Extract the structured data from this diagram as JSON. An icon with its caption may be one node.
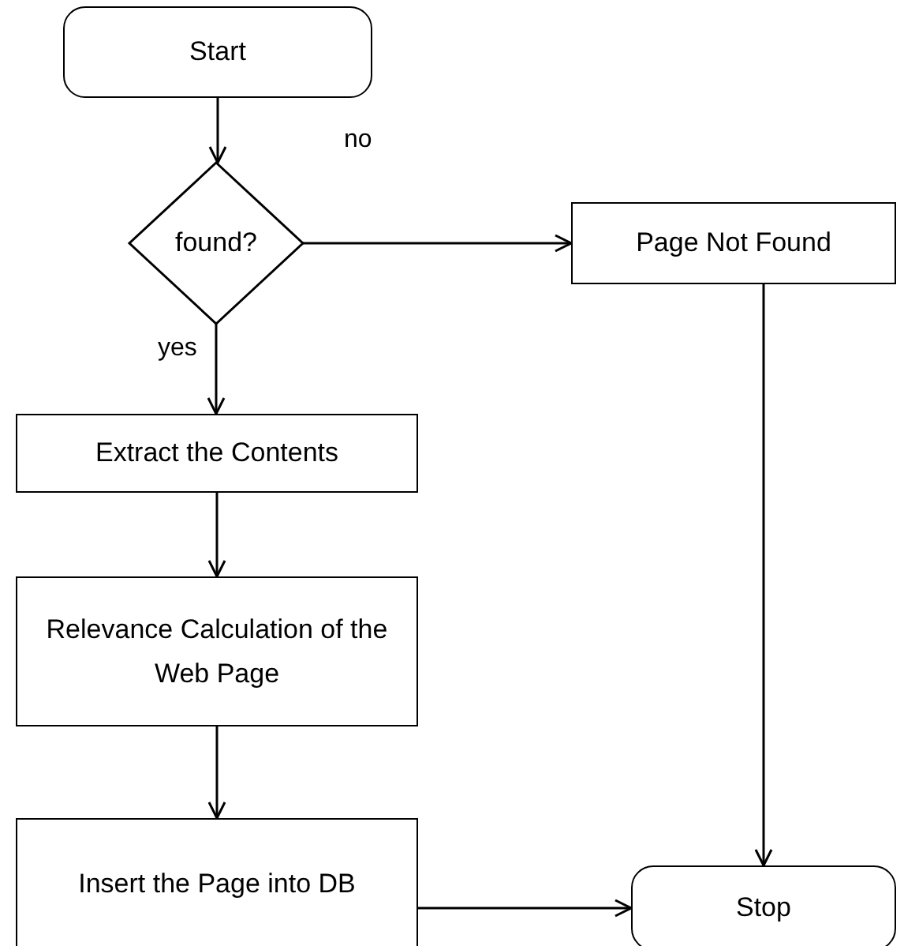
{
  "diagram": {
    "nodes": [
      {
        "text": [
          "Start"
        ]
      },
      {
        "text": [
          "found?"
        ]
      },
      {
        "text": [
          "Page Not Found"
        ]
      },
      {
        "text": [
          "Extract the Contents"
        ]
      },
      {
        "text": [
          "Relevance Calculation of the Web Page"
        ]
      },
      {
        "text": [
          "Insert the Page into DB"
        ]
      },
      {
        "text": [
          "Stop"
        ]
      }
    ],
    "edges": [
      {
        "from": 0,
        "to": 1,
        "arrow": "to"
      },
      {
        "from": 1,
        "to": 2,
        "arrow": "to",
        "label": "no"
      },
      {
        "from": 1,
        "to": 3,
        "arrow": "to",
        "label": "yes"
      },
      {
        "from": 3,
        "to": 4,
        "arrow": "to"
      },
      {
        "from": 4,
        "to": 5,
        "arrow": "to"
      },
      {
        "from": 5,
        "to": 6,
        "arrow": "to"
      },
      {
        "from": 2,
        "to": 6,
        "arrow": "to"
      }
    ]
  }
}
